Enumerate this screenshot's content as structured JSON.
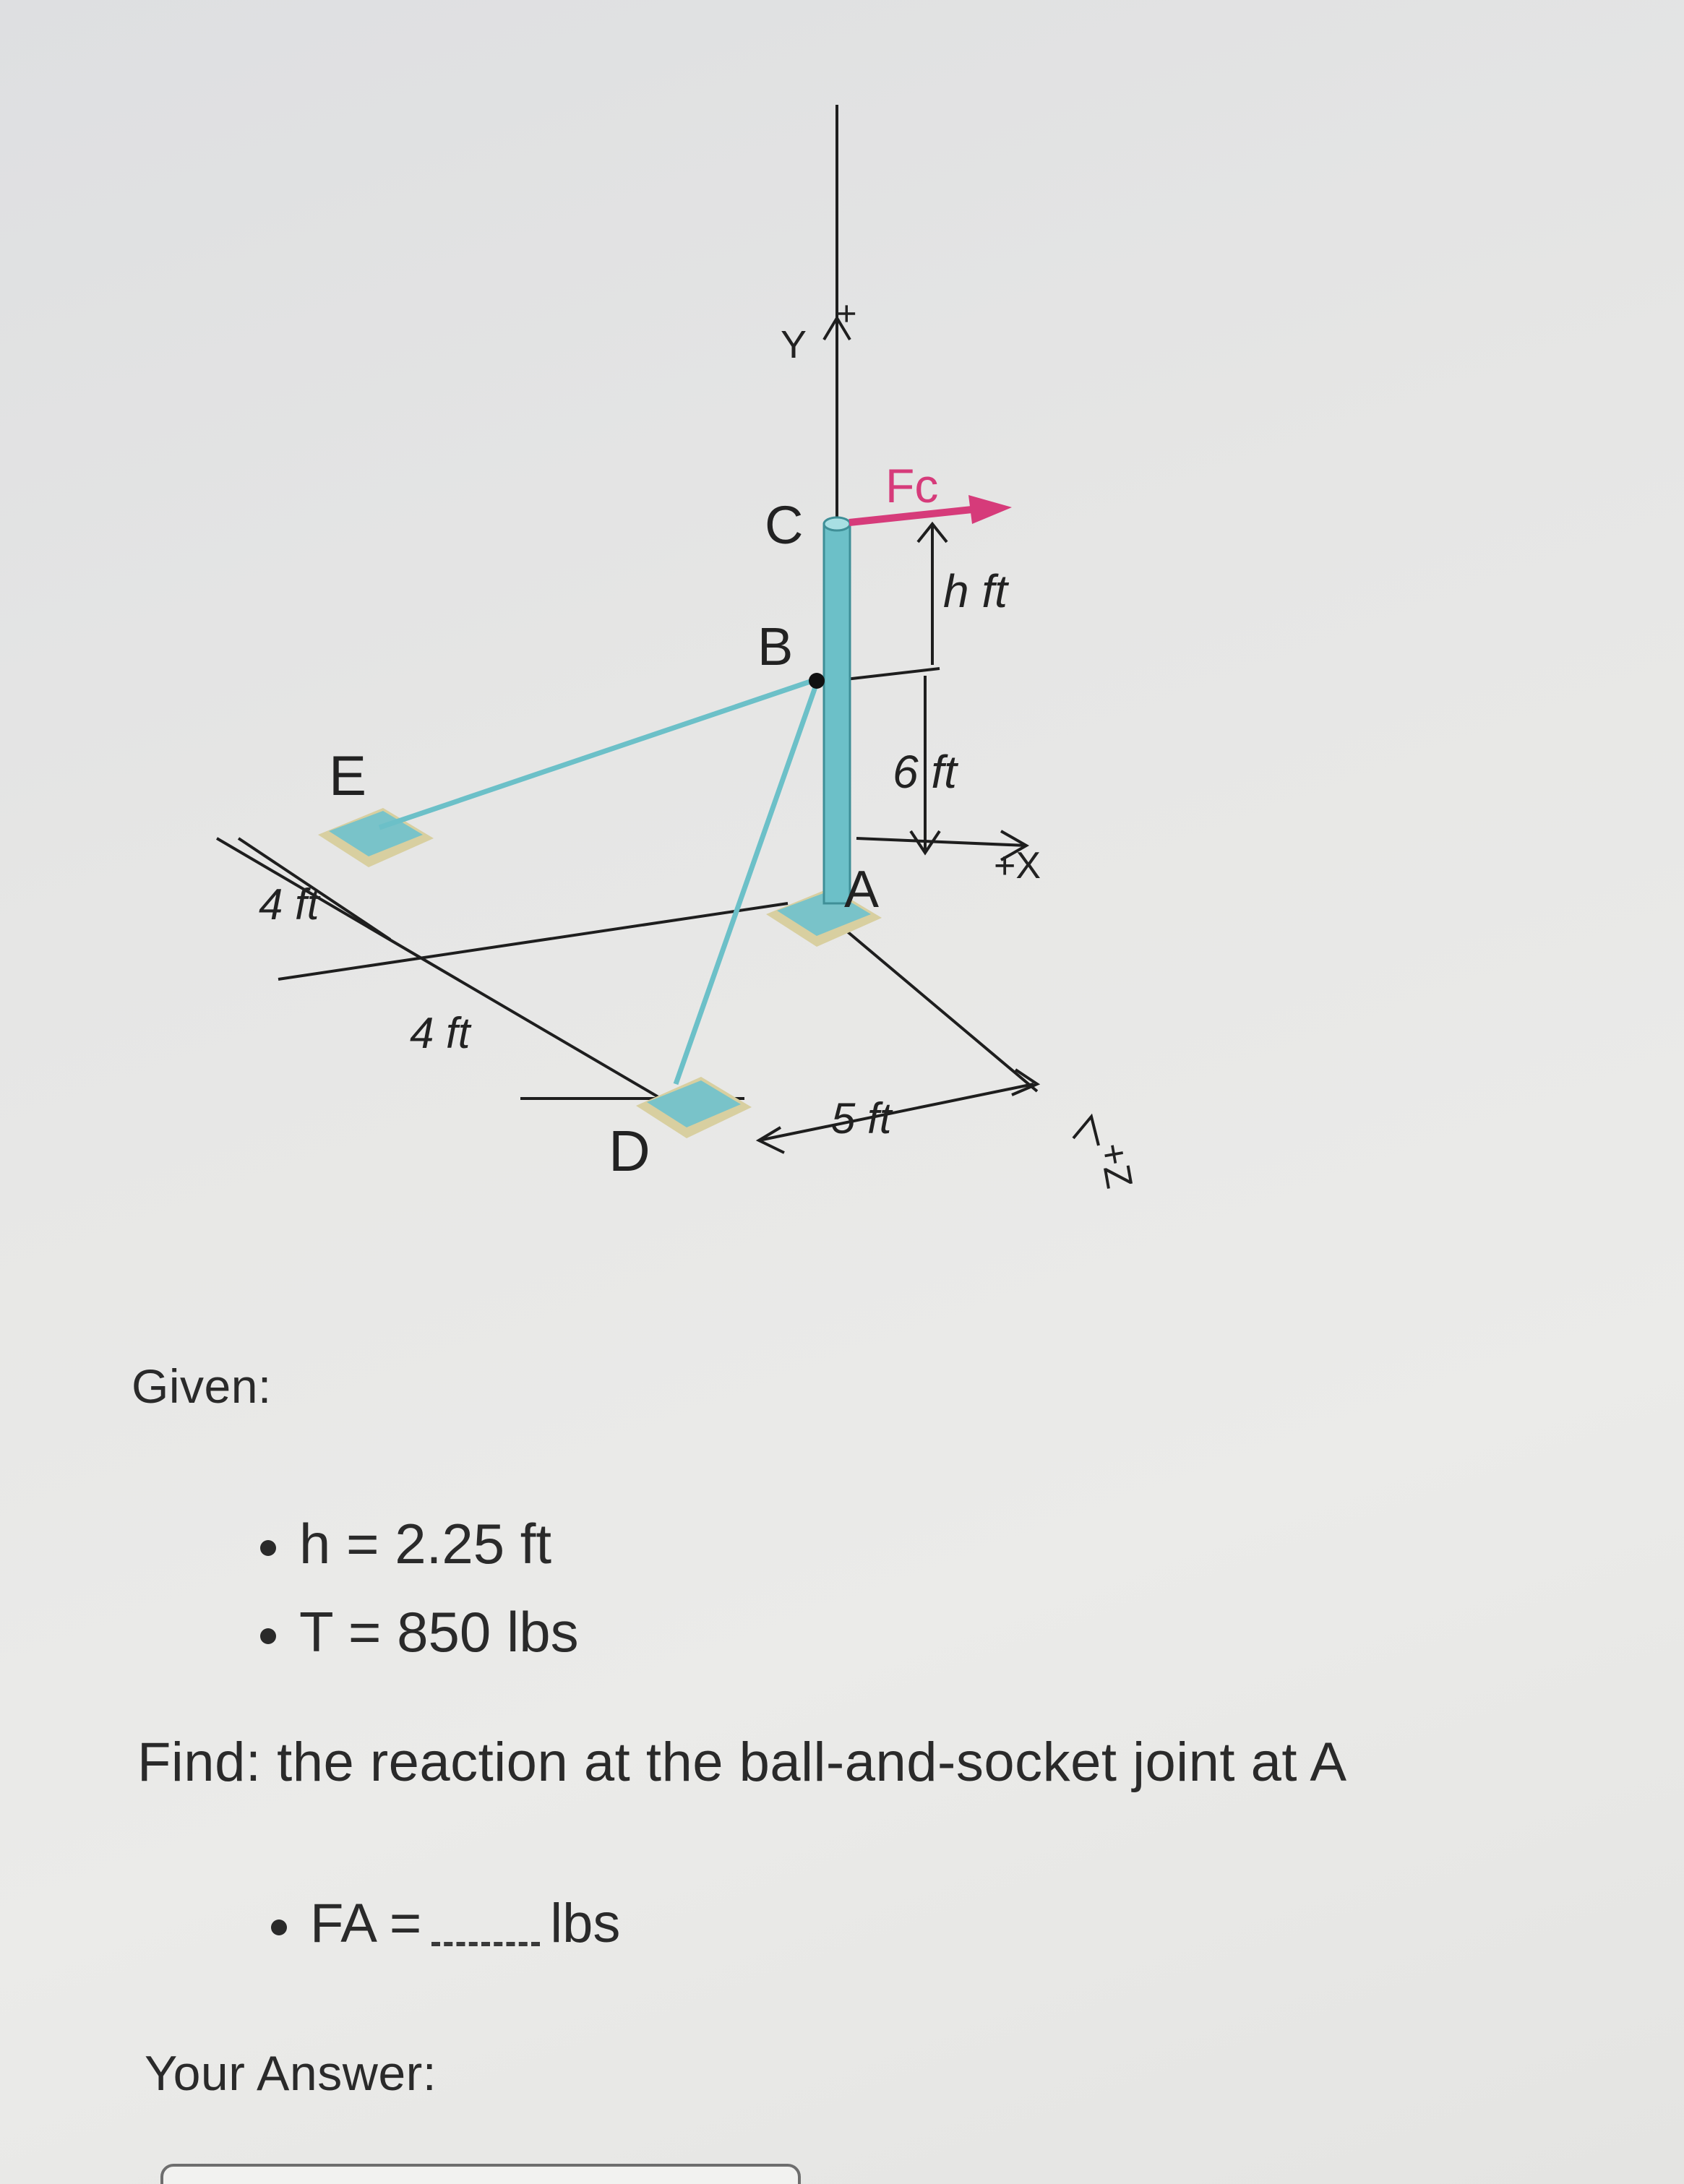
{
  "diagram": {
    "labels": {
      "y_axis": "Y",
      "plus": "+",
      "c": "C",
      "b": "B",
      "e": "E",
      "a": "A",
      "d": "D",
      "fc": "Fc",
      "h_ft": "h ft",
      "six_ft": "6 ft",
      "x_axis": "+X",
      "z_axis": "+Z",
      "four_ft_left": "4 ft",
      "four_ft_mid": "4 ft",
      "five_ft": "5 ft"
    },
    "colors": {
      "member": "#6cc0c8",
      "force": "#d63b7a",
      "line": "#1e1e1e",
      "base": "#d8cfa0"
    }
  },
  "given": {
    "label": "Given:",
    "items": [
      "h = 2.25 ft",
      "T = 850 lbs"
    ]
  },
  "find": {
    "text": "Find: the reaction at the ball-and-socket joint at A"
  },
  "answer_row": {
    "prefix": "FA =",
    "unit": "lbs"
  },
  "your_answer": {
    "label": "Your Answer:"
  }
}
